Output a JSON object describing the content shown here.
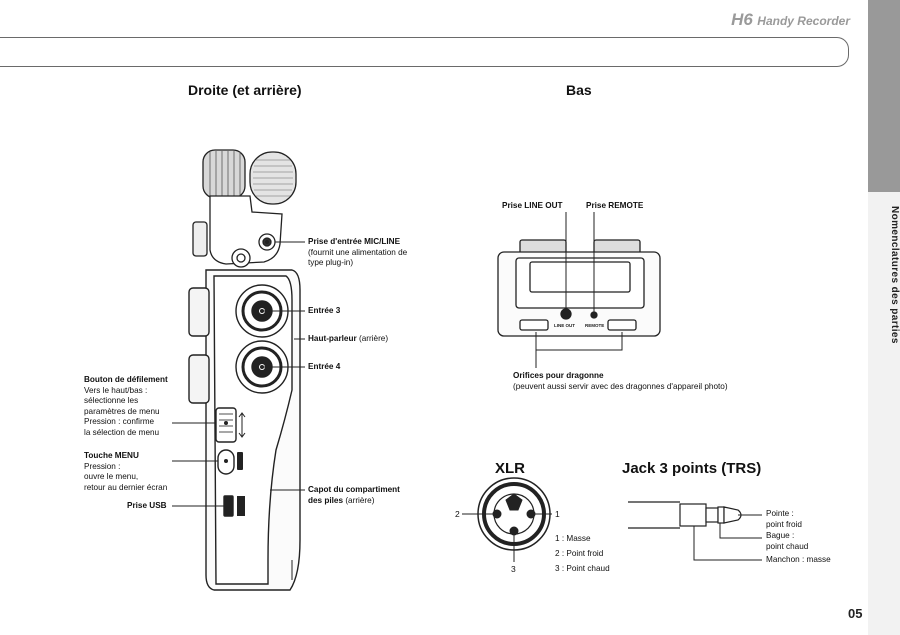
{
  "header": {
    "brand_model": "H6",
    "brand_name": "Handy Recorder",
    "page_number": "05",
    "side_tab": "Nomenclatures des parties"
  },
  "right_view": {
    "title": "Droite (et arrière)",
    "labels": {
      "mic_line_title": "Prise d'entrée MIC/LINE",
      "mic_line_line1": "(fournit une alimentation de",
      "mic_line_line2": "type plug-in)",
      "input3": "Entrée 3",
      "speaker_title": "Haut-parleur",
      "speaker_note": "(arrière)",
      "input4": "Entrée 4",
      "scroll_title": "Bouton de défilement",
      "scroll_l1": "Vers le haut/bas :",
      "scroll_l2": "sélectionne les",
      "scroll_l3": "paramètres de menu",
      "scroll_l4": "Pression : confirme",
      "scroll_l5": "la sélection de menu",
      "menu_title": "Touche MENU",
      "menu_l1": "Pression :",
      "menu_l2": "ouvre le menu,",
      "menu_l3": "retour au dernier écran",
      "usb": "Prise USB",
      "battery_title": "Capot du compartiment",
      "battery_l2": "des piles",
      "battery_note": "(arrière)"
    }
  },
  "bottom_view": {
    "title": "Bas",
    "line_out": "Prise LINE OUT",
    "remote": "Prise REMOTE",
    "device_line_out": "LINE OUT",
    "device_remote": "REMOTE",
    "strap_title": "Orifices pour dragonne",
    "strap_note": "(peuvent aussi servir avec des dragonnes d'appareil photo)"
  },
  "xlr": {
    "title": "XLR",
    "pin1": "1",
    "pin2": "2",
    "pin3": "3",
    "legend1": "1 : Masse",
    "legend2": "2 : Point froid",
    "legend3": "3 : Point chaud"
  },
  "trs": {
    "title": "Jack 3 points (TRS)",
    "tip_l1": "Pointe :",
    "tip_l2": "point froid",
    "ring_l1": "Bague :",
    "ring_l2": "point chaud",
    "sleeve": "Manchon : masse"
  },
  "colors": {
    "side_dark": "#999999",
    "side_light": "#f2f2f2",
    "brand_gray": "#9a9a9a"
  }
}
